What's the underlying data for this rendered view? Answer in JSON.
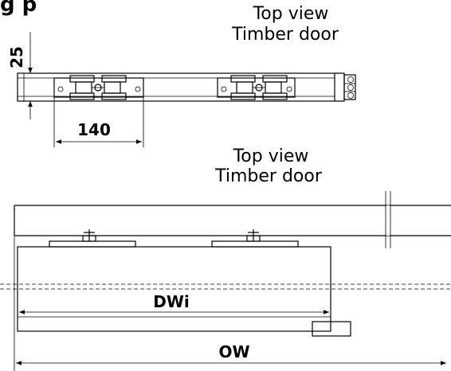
{
  "header_fragment": "g   p",
  "top_diagram": {
    "title_line1": "Top view",
    "title_line2": "Timber door",
    "dim_thickness": "25",
    "dim_width": "140"
  },
  "bottom_diagram": {
    "title_line1": "Top view",
    "title_line2": "Timber door",
    "dim_inner": "DWi",
    "dim_outer": "OW"
  }
}
